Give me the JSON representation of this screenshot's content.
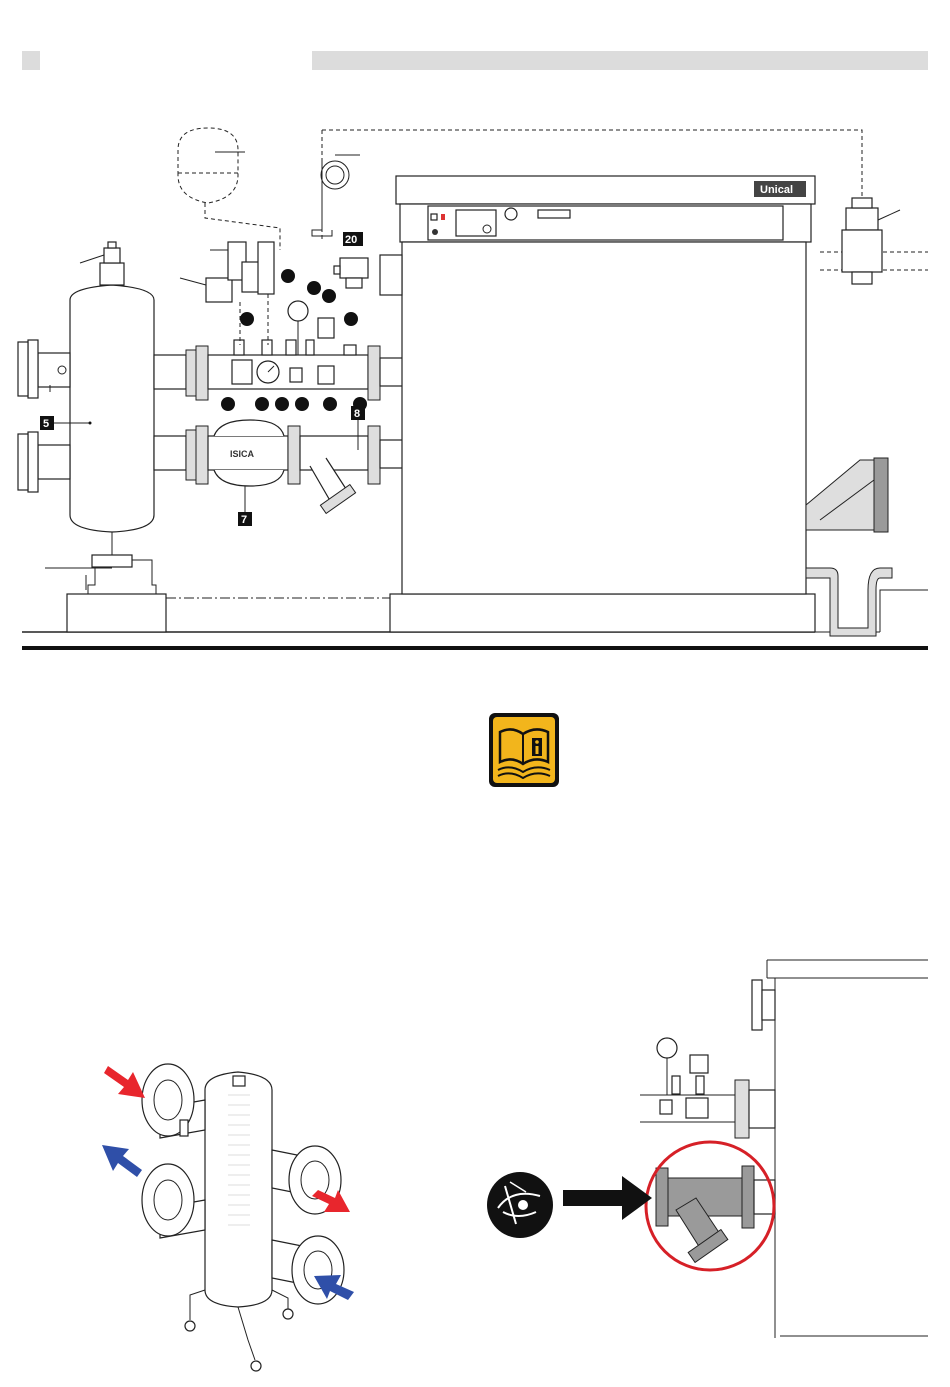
{
  "labels": {
    "hydraulic_separator": "5",
    "isolation_valve": "7",
    "filter": "8",
    "safety_valve": "20"
  },
  "boiler": {
    "brand": "Unical"
  },
  "valve": {
    "brand": "ISICA"
  },
  "colors": {
    "hot_arrow": "#e8262d",
    "cold_arrow": "#2f4fa8",
    "warning_yellow": "#f2b51c",
    "inspect_circle": "#d62027",
    "header_grey": "#dcdcdc"
  },
  "icons": {
    "manual": "read-manual-icon",
    "inspect": "eye-inspect-icon"
  }
}
